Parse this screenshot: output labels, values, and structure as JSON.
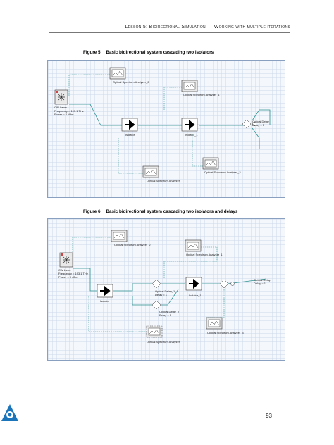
{
  "header": {
    "title": "Lesson 5: Bidirectional Simulation — Working with multiple iterations"
  },
  "figure5": {
    "number": "Figure 5",
    "caption": "Basic bidirectional system cascading two isolators",
    "laser": {
      "name": "CW Laser",
      "frequency": "Frequency = 193.1  THz",
      "power": "Power = 0  dBm"
    },
    "osa_1": "Optical Spectrum Analyzer_2",
    "osa_2": "Optical Spectrum Analyzer_1",
    "osa_3": "Optical Spectrum Analyzer",
    "osa_4": "Optical Spectrum Analyzer_3",
    "isolator_1": "Isolator",
    "isolator_2": "Isolator_1",
    "delay": {
      "name": "Optical Delay",
      "value": "Delay = 1"
    }
  },
  "figure6": {
    "number": "Figure 6",
    "caption": "Basic bidirectional system cascading two isolators and delays",
    "laser": {
      "name": "CW Laser",
      "frequency": "Frequency = 193.1  THz",
      "power": "Power = 0  dBm"
    },
    "osa_1": "Optical Spectrum Analyzer_2",
    "osa_2": "Optical Spectrum Analyzer_1",
    "osa_3": "Optical Spectrum Analyzer",
    "osa_4": "Optical Spectrum Analyzer_3",
    "isolator_1": "Isolator",
    "isolator_2": "Isolator_1",
    "delay_1": {
      "name": "Optical Delay_1",
      "value": "Delay = 1"
    },
    "delay_2": {
      "name": "Optical Delay_2",
      "value": "Delay = 1"
    },
    "delay_3": {
      "name": "Optical Delay",
      "value": "Delay = 1"
    }
  },
  "footer": {
    "page_number": "93"
  }
}
